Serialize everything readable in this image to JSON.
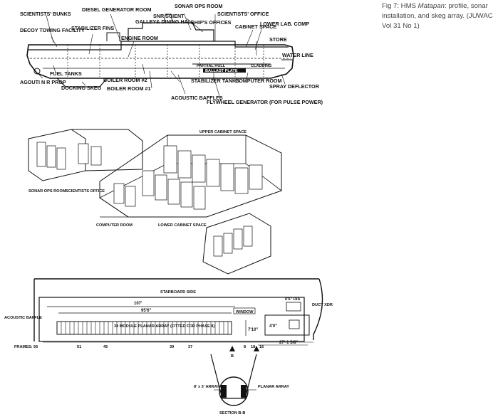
{
  "caption": {
    "prefix": "Fig 7: HMS ",
    "ship": "Matapan",
    "suffix": ": profile, sonar installation, and skeg array. (JUWAC Vol 31 No 1)"
  },
  "profile": {
    "labels": {
      "scientists_bunks": "SCIENTISTS' BUNKS",
      "diesel_generator_room": "DIESEL GENERATOR ROOM",
      "sonar_ops_room": "SONAR OPS ROOM",
      "scientists_office": "SCIENTISTS' OFFICE",
      "snr_scient": "SNR SCIENT",
      "ships_offices": "SHIP'S OFFICES",
      "cabinet_space": "CABINET SPACE",
      "lower_lab_comp": "LOWER LAB. COMP",
      "decoy_towing_facility": "DECOY TOWING FACILITY",
      "stabilizer_fins": "STABILIZER FINS",
      "engine_room": "ENGINE ROOM",
      "galley_dining_hall": "GALLEY& DINING HALL",
      "store": "STORE",
      "water_line": "WATER LINE",
      "fuel_tanks": "FUEL TANKS",
      "partial_hull": "PARTIAL  HULL",
      "ballast_plate": "BALLAST PLATE",
      "cladding": "CLADDING",
      "agouti_nr_prop": "AGOUTI N R PROP",
      "docking_skeg": "DOCKING SKEG",
      "boiler_room_2": "BOILER ROOM #2",
      "boiler_room_1": "BOILER ROOM #1",
      "stabilizer_tanks": "STABILIZER TANKS",
      "computer_room": "COMPUTER ROOM",
      "spray_deflector": "SPRAY DEFLECTOR",
      "acoustic_baffles": "ACOUSTIC BAFFLES",
      "flywheel_generator": "FLYWHEEL GENERATOR (FOR PULSE POWER)"
    }
  },
  "isometric": {
    "labels": {
      "upper_cabinet_space": "UPPER CABINET SPACE",
      "sonar_ops_room": "SONAR OPS ROOM",
      "scientists_office": "SCIENTISTS OFFICE",
      "computer_room": "COMPUTER ROOM",
      "lower_cabinet_space": "LOWER CABINET SPACE"
    }
  },
  "skeg": {
    "labels": {
      "starboard_side": "STARBOARD SIDE",
      "acoustic_baffle": "ACOUSTIC BAFFLE",
      "overall_length": "107'",
      "array_length": "95'6\"",
      "window": "WINDOW",
      "array_text": "38 MODULE PLANAR ARRAY (FITTED FOR PHASE II)",
      "height": "7'10\"",
      "frames_label": "FRAMES: 56",
      "frame_51": "51",
      "frame_45": "45",
      "frame_39": "39",
      "frame_37": "37",
      "frame_8": "8",
      "frame_18": "18",
      "frame_16": "16",
      "frame_b": "B",
      "dim_27": "27'-1 5/8\"",
      "duct_dia": "6'6\" DIA",
      "duct_xdr": "DUCT XDR",
      "dim_4": "4'0\"",
      "array_8x3": "8' x 3' ARRAY",
      "planar_array": "PLANAR ARRAY",
      "section": "SECTION B-B"
    }
  }
}
